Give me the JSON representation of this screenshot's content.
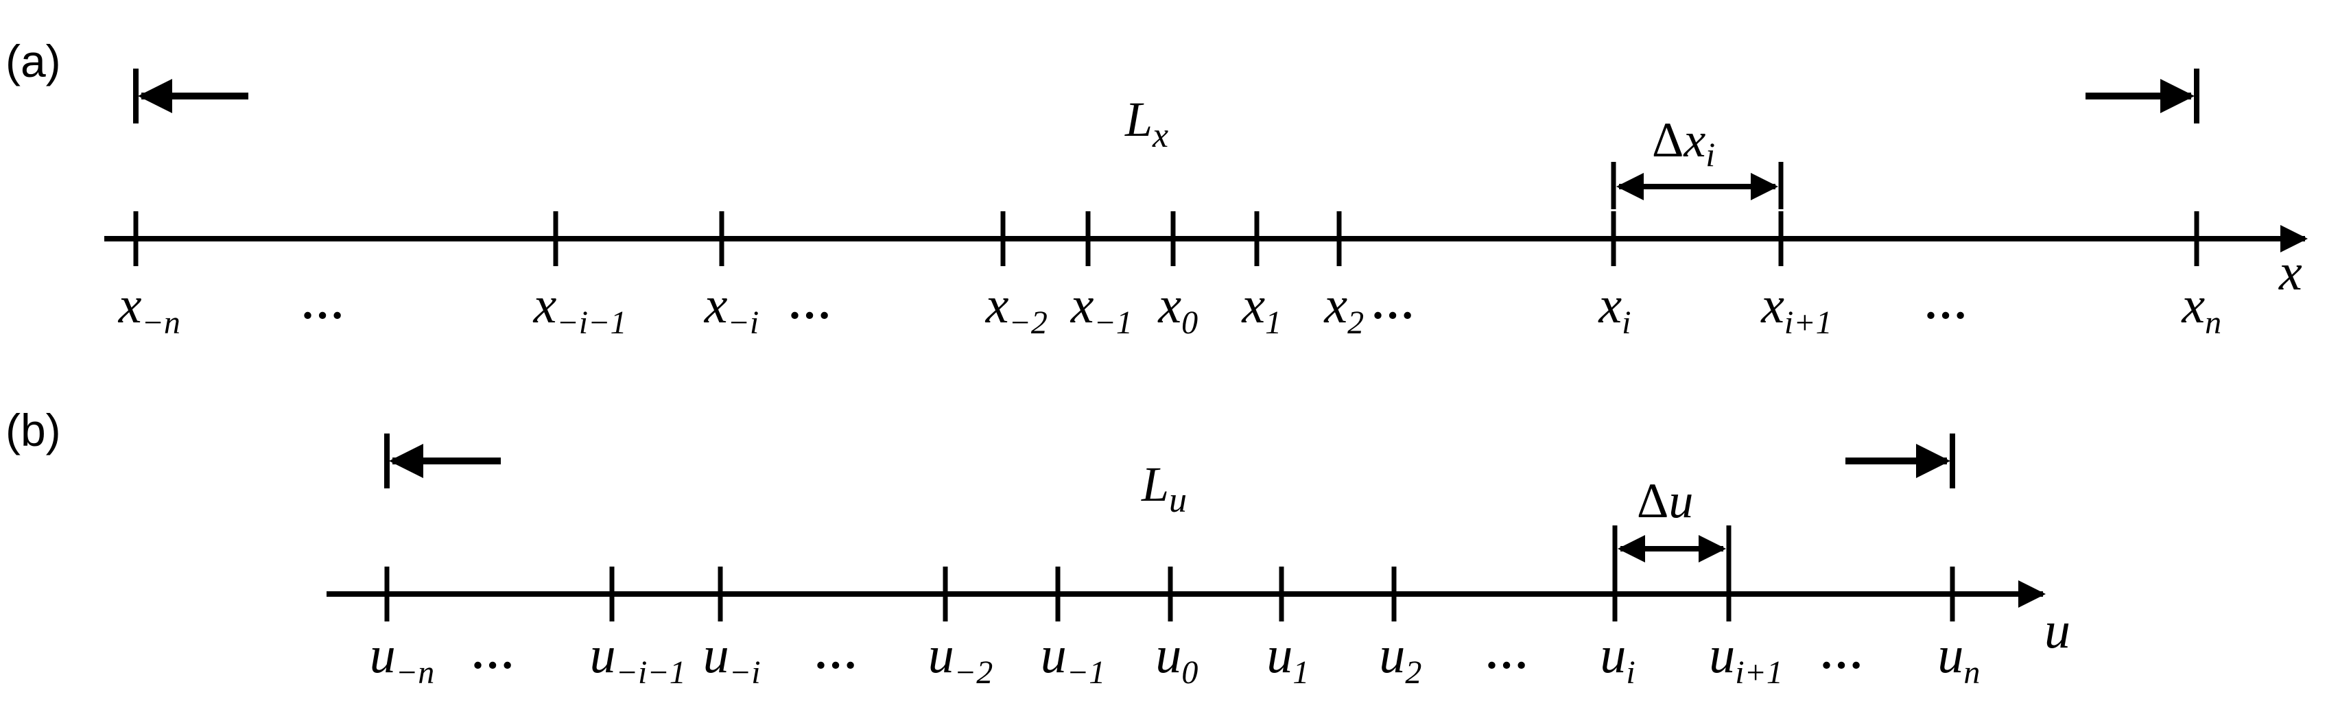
{
  "panels": [
    {
      "label": "(a)",
      "length_symbol": "L",
      "length_sub": "x",
      "axis_symbol": "x",
      "step_delta": "Δ",
      "step_symbol": "x",
      "step_sub": "i",
      "ticks": [
        {
          "base": "x",
          "sub": "−n"
        },
        {
          "base": "x",
          "sub": "−i−1"
        },
        {
          "base": "x",
          "sub": "−i"
        },
        {
          "base": "x",
          "sub": "−2"
        },
        {
          "base": "x",
          "sub": "−1"
        },
        {
          "base": "x",
          "sub": "0"
        },
        {
          "base": "x",
          "sub": "1"
        },
        {
          "base": "x",
          "sub": "2"
        },
        {
          "base": "x",
          "sub": "i"
        },
        {
          "base": "x",
          "sub": "i+1"
        },
        {
          "base": "x",
          "sub": "n"
        }
      ],
      "ellipsis": "…"
    },
    {
      "label": "(b)",
      "length_symbol": "L",
      "length_sub": "u",
      "axis_symbol": "u",
      "step_delta": "Δ",
      "step_symbol": "u",
      "step_sub": "",
      "ticks": [
        {
          "base": "u",
          "sub": "−n"
        },
        {
          "base": "u",
          "sub": "−i−1"
        },
        {
          "base": "u",
          "sub": "−i"
        },
        {
          "base": "u",
          "sub": "−2"
        },
        {
          "base": "u",
          "sub": "−1"
        },
        {
          "base": "u",
          "sub": "0"
        },
        {
          "base": "u",
          "sub": "1"
        },
        {
          "base": "u",
          "sub": "2"
        },
        {
          "base": "u",
          "sub": "i"
        },
        {
          "base": "u",
          "sub": "i+1"
        },
        {
          "base": "u",
          "sub": "n"
        }
      ],
      "ellipsis": "…"
    }
  ]
}
